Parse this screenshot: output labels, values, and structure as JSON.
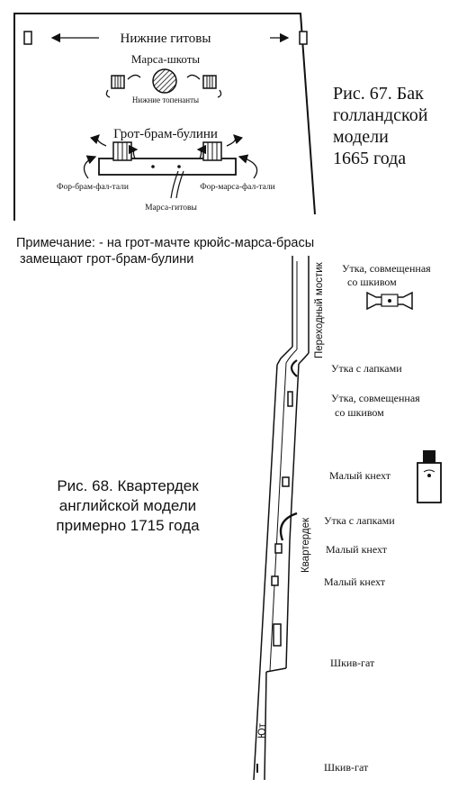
{
  "fig67": {
    "label_nizhnie_gitovy": "Нижние гитовы",
    "label_marsa_shkoty": "Марса-шкоты",
    "label_nizhnie_topenanty": "Нижние топенанты",
    "label_grot_bram_bulini": "Грот-брам-булини",
    "label_for_bram_fal_tali": "Фор-брам-фал-тали",
    "label_for_marsa_fal_tali": "Фор-марса-фал-тали",
    "label_marsa_gitovy": "Марса-гитовы",
    "caption_line1": "Рис. 67. Бак",
    "caption_line2": "голландской",
    "caption_line3": "модели",
    "caption_line4": "1665 года"
  },
  "note": {
    "line1": "Примечание: - на грот-мачте крюйс-марса-брасы",
    "line2": "замещают грот-брам-булини"
  },
  "fig68": {
    "caption_line1": "Рис. 68. Квартердек",
    "caption_line2": "английской модели",
    "caption_line3": "примерно 1715 года",
    "label_perekhodny_mostik": "Переходный мостик",
    "label_kvarterdek": "Квартердек",
    "label_yut": "Ют",
    "label_utka_shkiv_1_line1": "Утка, совмещенная",
    "label_utka_shkiv_1_line2": "со шкивом",
    "label_utka_lapki_1": "Утка с лапками",
    "label_utka_shkiv_2_line1": "Утка, совмещенная",
    "label_utka_shkiv_2_line2": "со шкивом",
    "label_maly_knekht_1": "Малый кнехт",
    "label_utka_lapki_2": "Утка с лапками",
    "label_maly_knekht_2": "Малый кнехт",
    "label_maly_knekht_3": "Малый кнехт",
    "label_shkiv_gat_1": "Шкив-гат",
    "label_shkiv_gat_2": "Шкив-гат"
  }
}
